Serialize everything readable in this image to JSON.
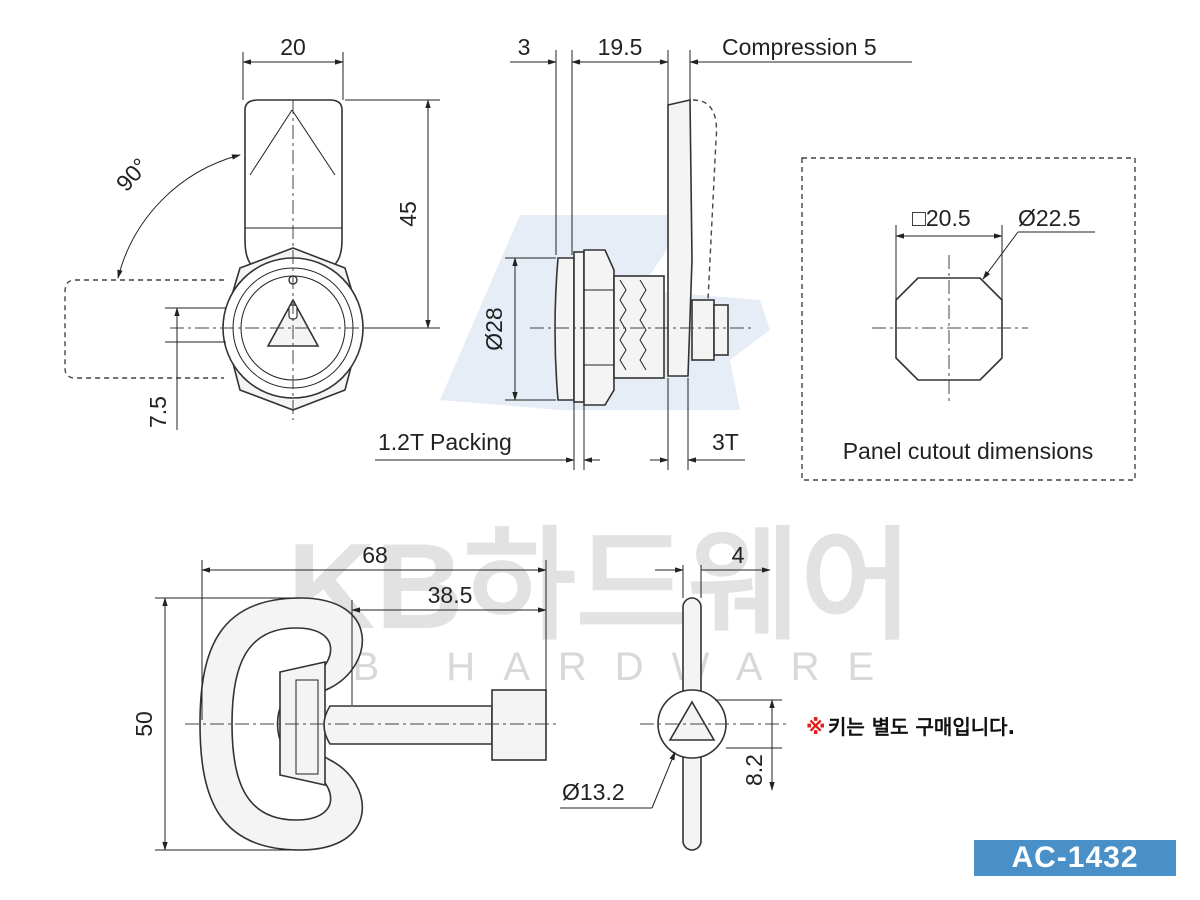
{
  "dimensions": {
    "front_width": "20",
    "handle_height": "45",
    "rotation_angle": "90°",
    "offset": "7.5",
    "packing_thickness": "3",
    "body_length": "19.5",
    "compression": "Compression 5",
    "flange_diameter": "Ø28",
    "packing": "1.2T Packing",
    "cam_thickness": "3T",
    "key_length": "68",
    "key_shaft_length": "38.5",
    "key_tip": "4",
    "key_height": "50",
    "key_tip_diameter": "Ø13.2",
    "key_tip_width": "8.2"
  },
  "cutout": {
    "square": "□20.5",
    "diameter": "Ø22.5",
    "label": "Panel cutout dimensions"
  },
  "watermark": {
    "main": "KB하드웨어",
    "sub": "KB HARDWARE"
  },
  "note": {
    "mark": "※",
    "text": "키는 별도 구매입니다."
  },
  "model": "AC-1432",
  "colors": {
    "badge": "#4a90c8",
    "note_mark": "#e0201c",
    "watermark": "#d9d9d9"
  }
}
